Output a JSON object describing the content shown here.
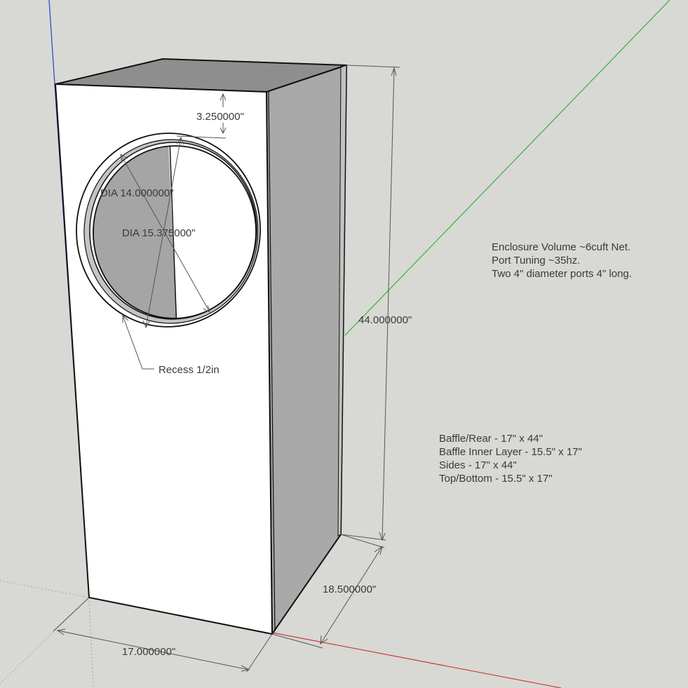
{
  "dimensions": {
    "top_offset": "3.250000\"",
    "inner_diameter": "DIA 14.000000\"",
    "outer_diameter": "DIA 15.375000\"",
    "recess": "Recess 1/2in",
    "height": "44.000000\"",
    "depth": "18.500000\"",
    "width": "17.000000\""
  },
  "notes": {
    "enclosure": [
      "Enclosure Volume ~6cuft Net.",
      "Port Tuning ~35hz.",
      "Two 4\" diameter ports 4\" long."
    ],
    "cut_list": [
      "Baffle/Rear - 17\" x 44\"",
      "Baffle Inner Layer - 15.5\" x 17\"",
      "Sides - 17\" x 44\"",
      "Top/Bottom - 15.5\" x 17\""
    ]
  },
  "colors": {
    "background": "#d8d8d4",
    "front_face": "#ffffff",
    "side_face": "#a8a8a8",
    "top_face": "#8e8e8e",
    "x_axis": "#cc2222",
    "y_axis": "#22aa22",
    "z_axis": "#2244cc"
  }
}
